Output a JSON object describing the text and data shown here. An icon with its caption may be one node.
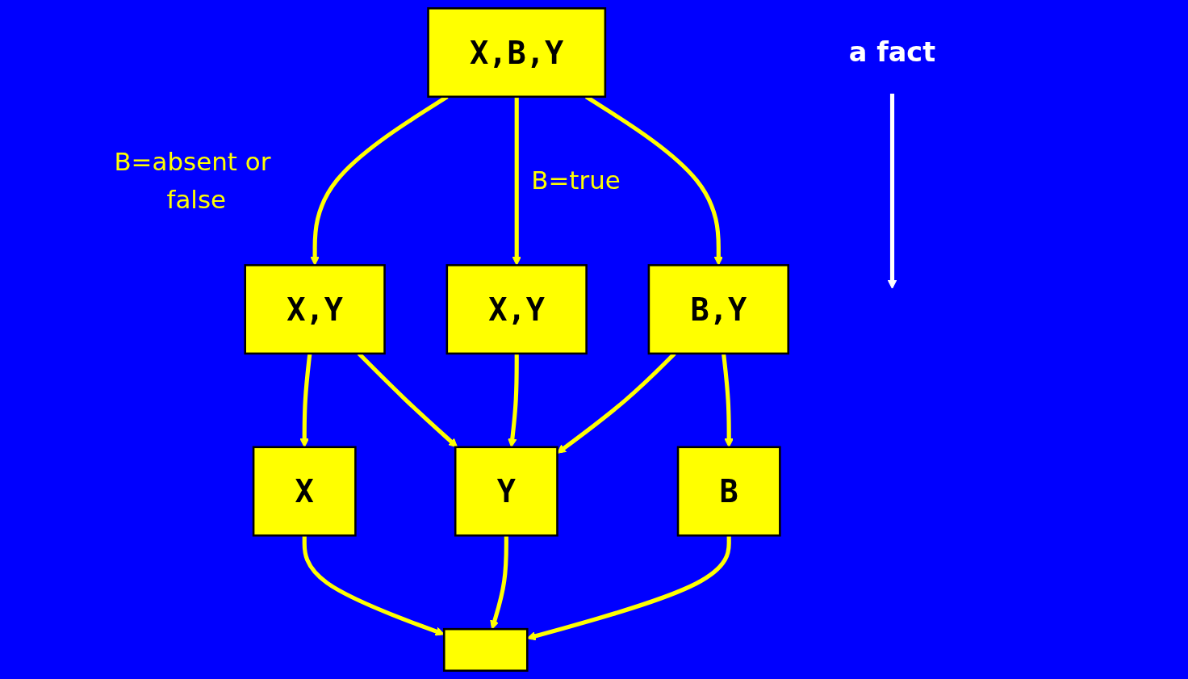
{
  "diagram": {
    "nodes": [
      {
        "text": [
          "X,B,Y"
        ]
      },
      {
        "text": [
          "X,Y"
        ]
      },
      {
        "text": [
          "X,Y"
        ]
      },
      {
        "text": [
          "B,Y"
        ]
      },
      {
        "text": [
          "X"
        ]
      },
      {
        "text": [
          "Y"
        ]
      },
      {
        "text": [
          "B"
        ]
      },
      {
        "text": [],
        "shape": "box"
      },
      {
        "text": [
          "a fact"
        ]
      }
    ],
    "edges": [
      {
        "from": 0,
        "to": 1,
        "arrow": "to",
        "label": "B=absent or false"
      },
      {
        "from": 0,
        "to": 2,
        "arrow": "to",
        "label": "B=true"
      },
      {
        "from": 0,
        "to": 3,
        "arrow": "to"
      },
      {
        "from": 1,
        "to": 4,
        "arrow": "to"
      },
      {
        "from": 1,
        "to": 5,
        "arrow": "to"
      },
      {
        "from": 2,
        "to": 5,
        "arrow": "to"
      },
      {
        "from": 3,
        "to": 5,
        "arrow": "to"
      },
      {
        "from": 3,
        "to": 6,
        "arrow": "to"
      },
      {
        "from": 4,
        "to": 7,
        "arrow": "to"
      },
      {
        "from": 5,
        "to": 7,
        "arrow": "to"
      },
      {
        "from": 6,
        "to": 7,
        "arrow": "to"
      },
      {
        "from": 8,
        "to": null,
        "arrow": "to",
        "color": "#ffffff"
      }
    ]
  }
}
